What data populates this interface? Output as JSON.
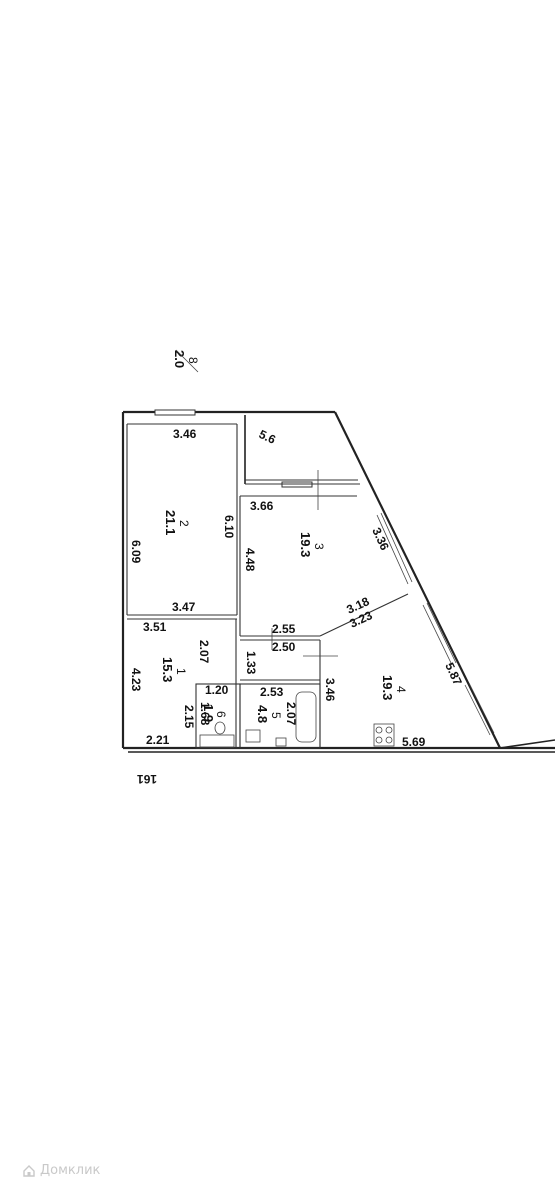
{
  "plan": {
    "dimensions": {
      "d_346": "3.46",
      "d_609": "6.09",
      "d_610": "6.10",
      "d_347": "3.47",
      "d_351": "3.51",
      "d_207a": "2.07",
      "d_423": "4.23",
      "d_120": "1.20",
      "d_168": "1.68",
      "d_215": "2.15",
      "d_221": "2.21",
      "d_161": "161",
      "d_366": "3.66",
      "d_336": "3.36",
      "d_448": "4.48",
      "d_318": "3.18",
      "d_323": "3.23",
      "d_255": "2.55",
      "d_250": "2.50",
      "d_133": "1.33",
      "d_253": "2.53",
      "d_207b": "2.07",
      "d_346b": "3.46",
      "d_587": "5.87",
      "d_569": "5.69"
    },
    "rooms": {
      "r1": {
        "num": "1",
        "area": "15.3"
      },
      "r2": {
        "num": "2",
        "area": "21.1"
      },
      "r3": {
        "num": "3",
        "area": "19.3"
      },
      "r4": {
        "num": "4",
        "area": "19.3"
      },
      "r5": {
        "num": "5",
        "area": "4.8"
      },
      "r6": {
        "num": "6",
        "area": "1.9"
      },
      "r8": {
        "num": "8",
        "area": "2.0"
      },
      "r9": {
        "label": "5.6"
      }
    }
  },
  "watermark": {
    "text": "Домклик",
    "icon": "house-icon"
  }
}
